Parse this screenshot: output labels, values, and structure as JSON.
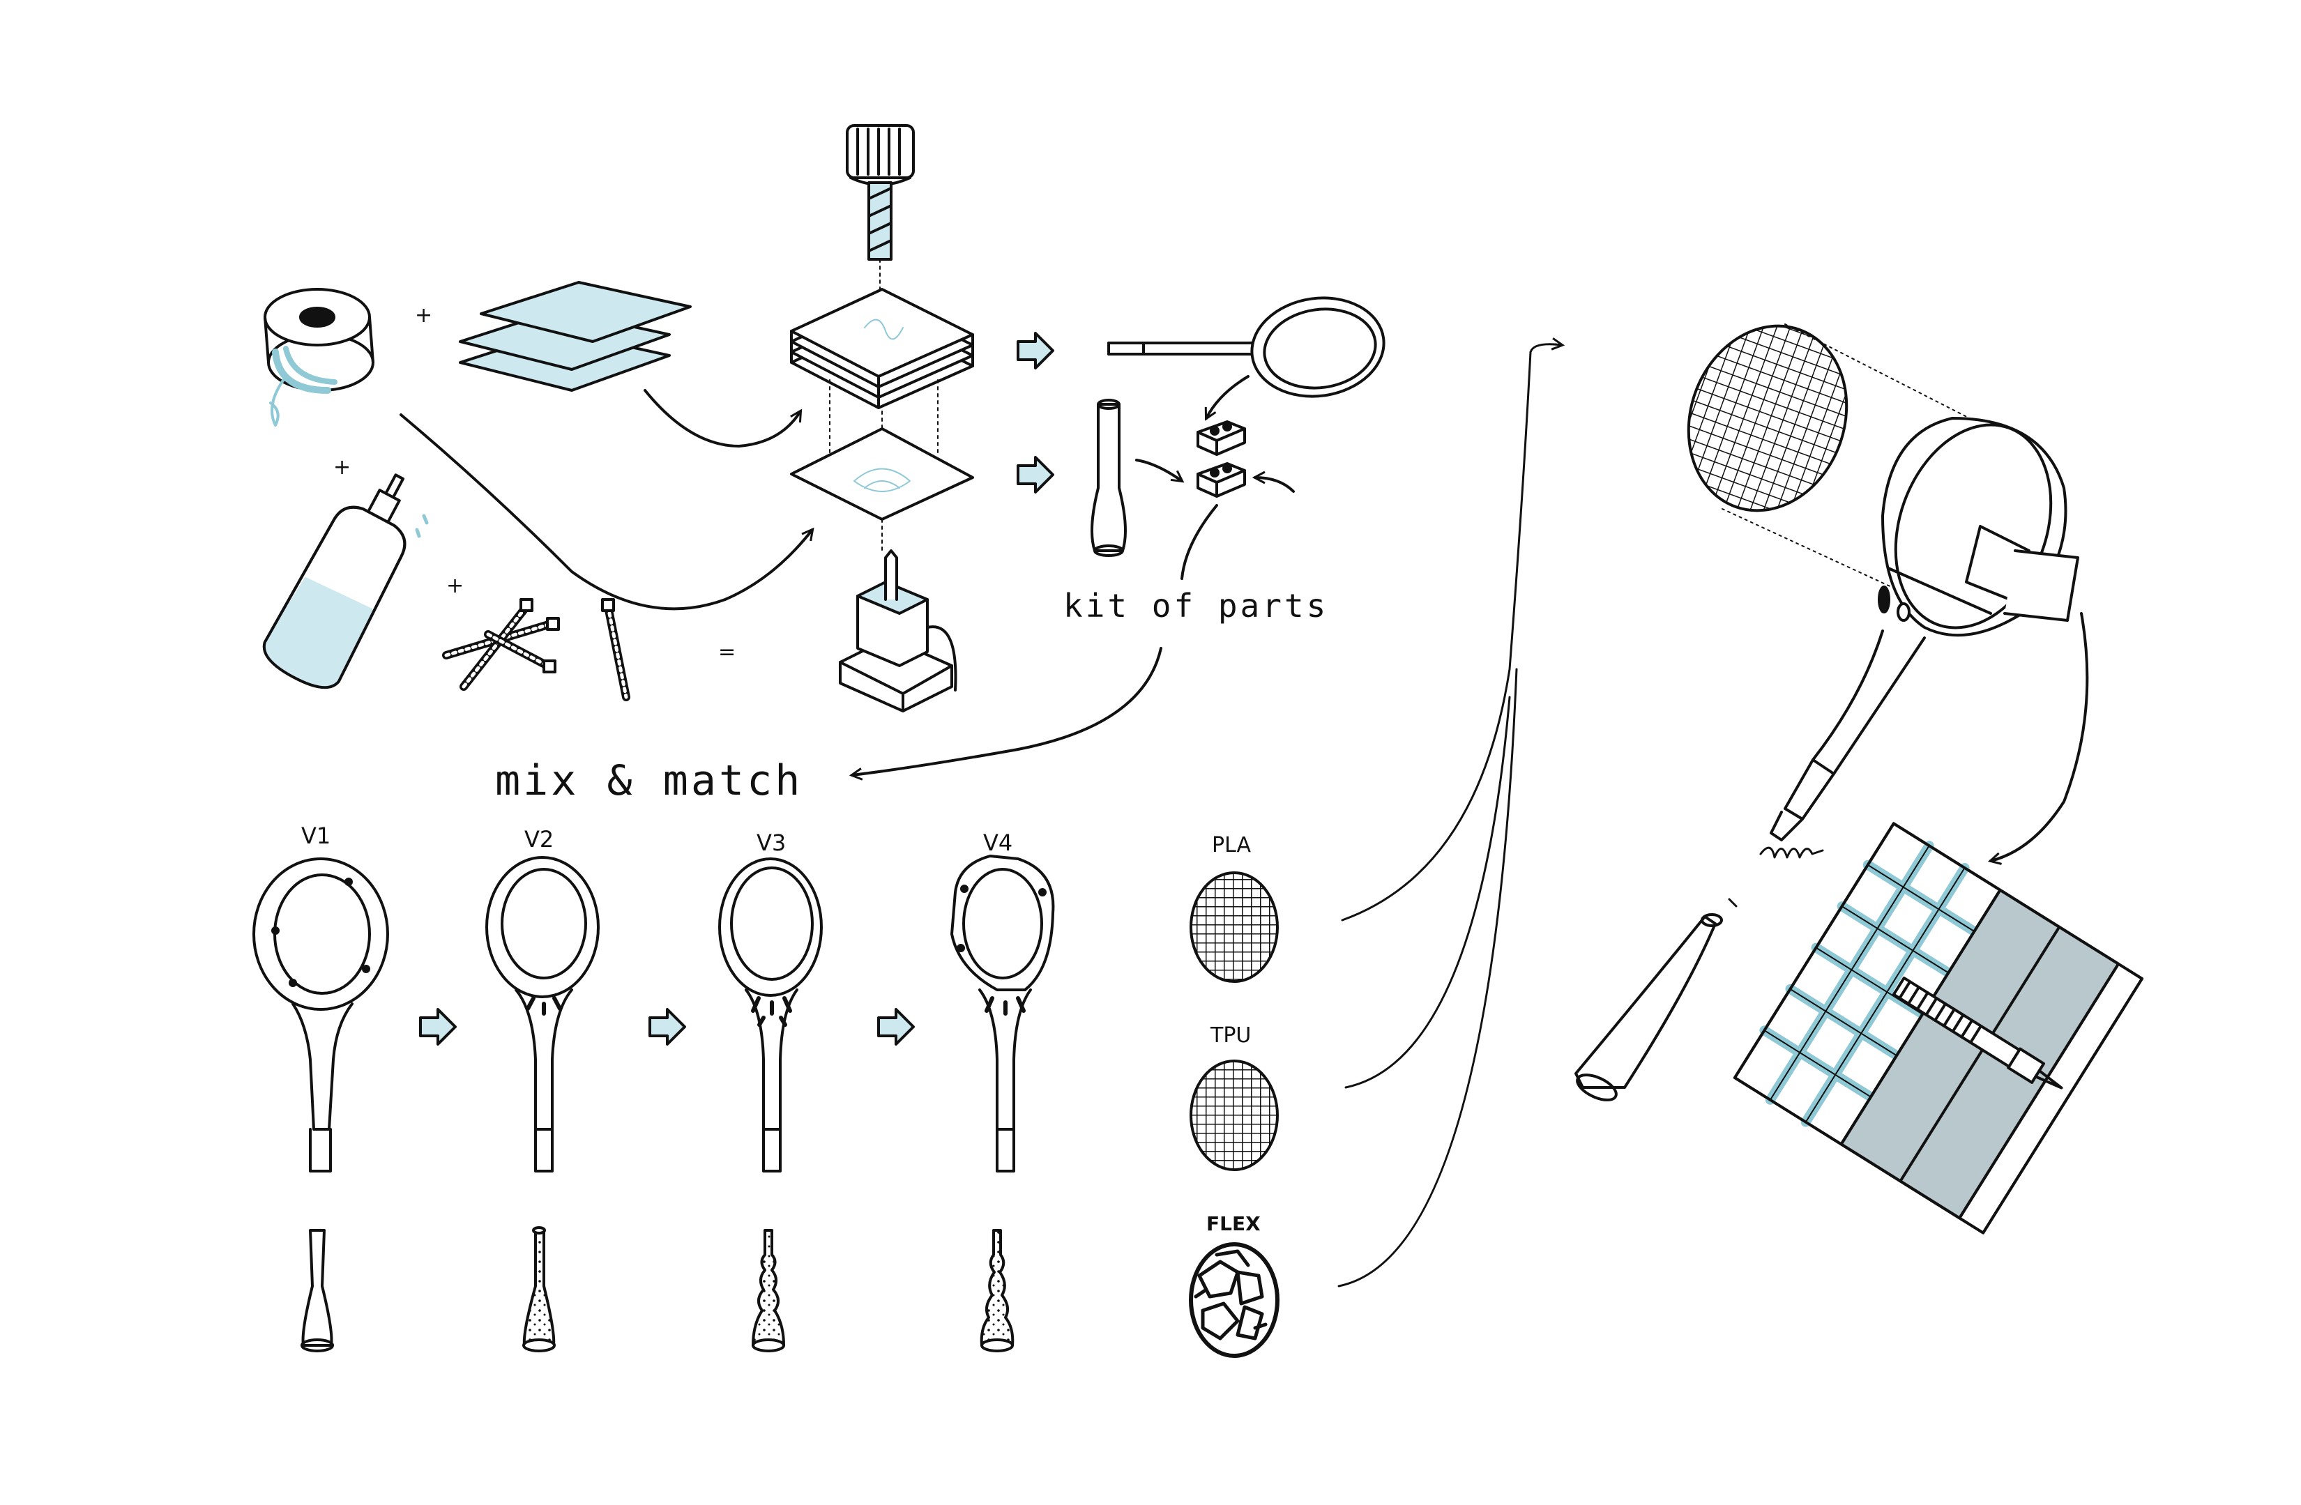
{
  "labels": {
    "kit_of_parts": "kit of parts",
    "mix_and_match": "mix & match",
    "plus": "+",
    "equals": "=",
    "versions": [
      "V1",
      "V2",
      "V3",
      "V4"
    ],
    "materials": [
      "PLA",
      "TPU",
      "FLEX"
    ]
  },
  "colors": {
    "ink": "#111111",
    "accent": "#cde9ef",
    "accent_dark": "#8fc9d6",
    "panel_grey": "#b9c8cc"
  },
  "icons": [
    "filament-spool-icon",
    "sheet-stack-icon",
    "glue-bottle-icon",
    "zip-ties-icon",
    "screw-press-icon",
    "printed-sheets-icon",
    "hot-glue-stand-icon",
    "racket-frame-icon",
    "handle-icon",
    "connector-blocks-icon",
    "racket-assembly-icon",
    "string-bed-icon",
    "packaging-kit-icon"
  ]
}
